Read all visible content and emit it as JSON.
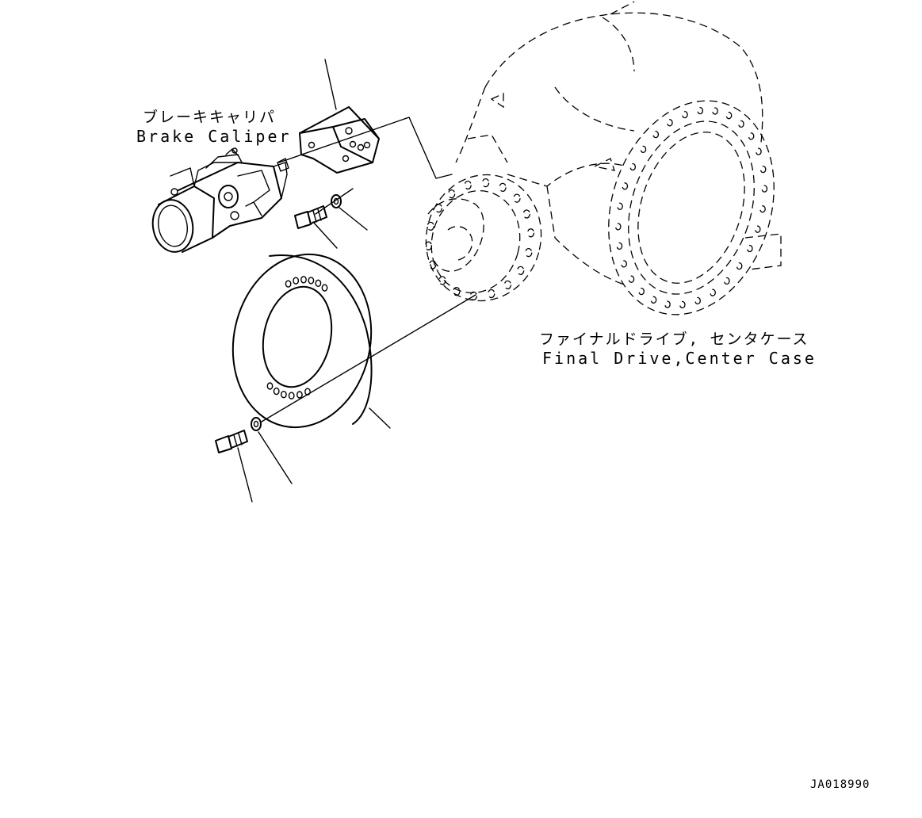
{
  "labels": {
    "brake_caliper_jp": "ブレーキキャリパ",
    "brake_caliper_en": "Brake Caliper",
    "final_drive_jp": "ファイナルドライブ, センタケース",
    "final_drive_en": "Final Drive,Center Case",
    "drawing_code": "JA018990"
  }
}
